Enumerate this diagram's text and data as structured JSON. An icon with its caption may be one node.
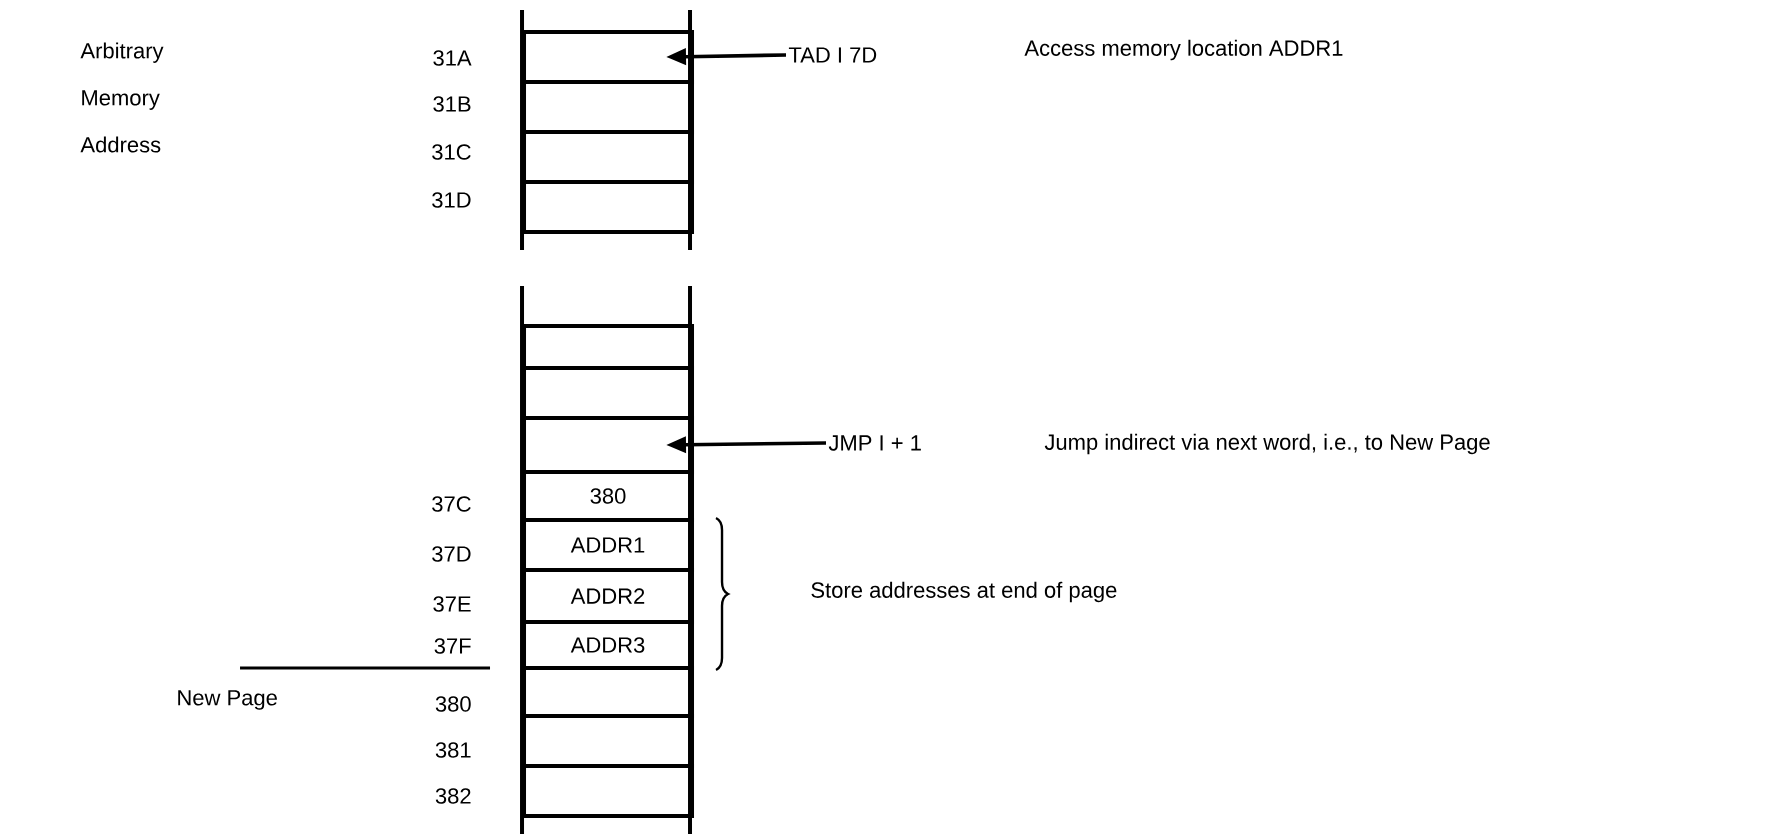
{
  "diagram": {
    "nodes": [
      {
        "text": [],
        "shape": "box"
      },
      {
        "text": [
          "TAD I 7D"
        ]
      },
      {
        "text": [],
        "shape": "box"
      },
      {
        "text": [],
        "shape": "box"
      },
      {
        "text": [],
        "shape": "box"
      },
      {
        "text": [],
        "shape": "box"
      },
      {
        "text": [],
        "shape": "box"
      },
      {
        "text": [],
        "shape": "box"
      },
      {
        "text": [
          "JMP I + 1"
        ]
      },
      {
        "text": [
          "380"
        ]
      },
      {
        "text": [
          "ADDR1"
        ]
      },
      {
        "text": [
          "ADDR2"
        ]
      },
      {
        "text": [
          "ADDR3"
        ]
      },
      {
        "text": [],
        "shape": "box"
      },
      {
        "text": [],
        "shape": "box"
      },
      {
        "text": [],
        "shape": "box"
      }
    ],
    "edges": [
      {
        "from": 1,
        "to": 0,
        "arrow": "to"
      },
      {
        "from": 8,
        "to": 7,
        "arrow": "to"
      }
    ],
    "labels": [
      "Arbitrary Memory Address",
      "31A",
      "Access memory location ADDR1",
      "31B",
      "31C",
      "31D",
      "Jump indirect via next word, i.e., to New Page",
      "37C",
      "37D",
      "Store addresses at end of page",
      "37E",
      "37F",
      "New Page",
      "380",
      "381",
      "382"
    ]
  }
}
